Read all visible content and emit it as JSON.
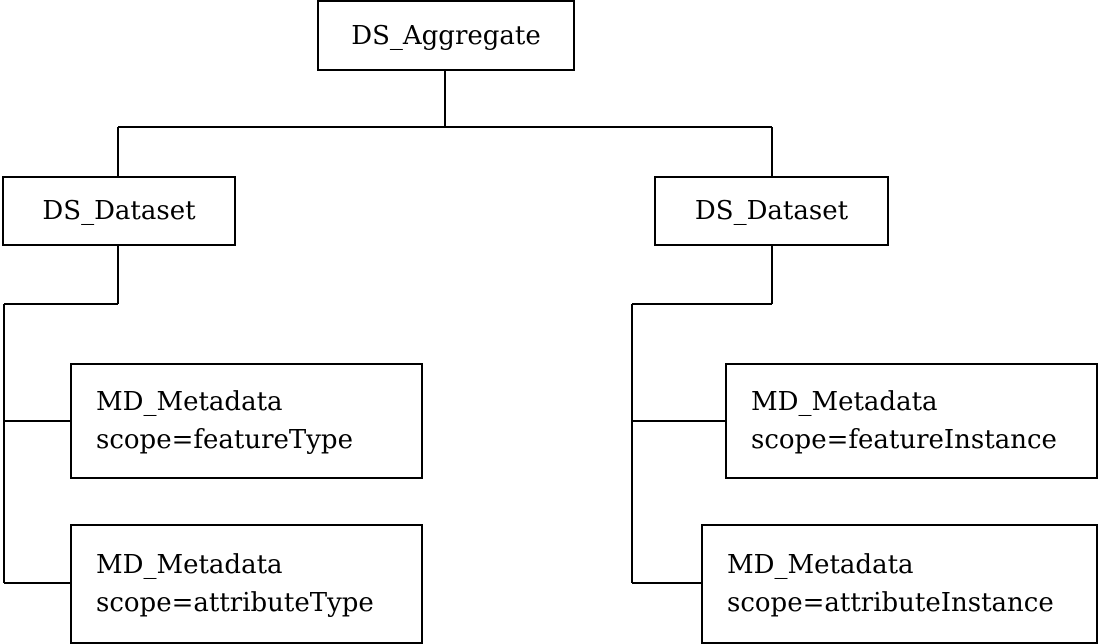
{
  "diagram": {
    "root": {
      "label": "DS_Aggregate"
    },
    "datasets": [
      {
        "label": "DS_Dataset",
        "metadata": [
          {
            "line1": "MD_Metadata",
            "line2": "scope=featureType"
          },
          {
            "line1": "MD_Metadata",
            "line2": "scope=attributeType"
          }
        ]
      },
      {
        "label": "DS_Dataset",
        "metadata": [
          {
            "line1": "MD_Metadata",
            "line2": "scope=featureInstance"
          },
          {
            "line1": "MD_Metadata",
            "line2": "scope=attributeInstance"
          }
        ]
      }
    ],
    "colors": {
      "line": "#000000",
      "background": "#ffffff",
      "text": "#000000"
    }
  }
}
